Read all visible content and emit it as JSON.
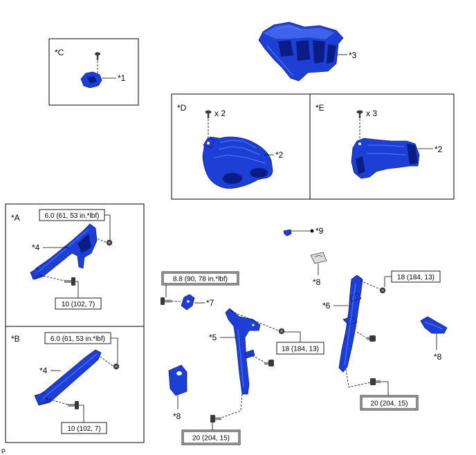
{
  "figure_code": "P",
  "views": {
    "a": "*A",
    "b": "*B",
    "c": "*C",
    "d": "*D",
    "e": "*E"
  },
  "parts": {
    "p1": "*1",
    "p2_d": "*2",
    "p2_e": "*2",
    "p3": "*3",
    "p4_a": "*4",
    "p4_b": "*4",
    "p5": "*5",
    "p6": "*6",
    "p7": "*7",
    "p8_mid": "*8",
    "p8_left": "*8",
    "p8_right": "*8",
    "p9": "*9"
  },
  "quantities": {
    "d": "x 2",
    "e": "x 3"
  },
  "torque": {
    "a_nut": "6.0 (61, 53 in.*lbf)",
    "a_bolt": "10 (102, 7)",
    "b_nut": "6.0 (61, 53 in.*lbf)",
    "b_bolt": "10 (102, 7)",
    "p7_bolt": "8.8 (90, 78 in.*lbf)",
    "p5_nut": "18 (184, 13)",
    "p5_bolt": "20 (204, 15)",
    "p6_nut": "18 (184, 13)",
    "p6_bolt": "20 (204, 15)"
  },
  "colors": {
    "part": "#1e3fd6",
    "part_dark": "#0a1d86",
    "part_light": "#5a7cf0",
    "fastener": "#3a3a3a",
    "line": "#000000",
    "background": "#ffffff"
  }
}
